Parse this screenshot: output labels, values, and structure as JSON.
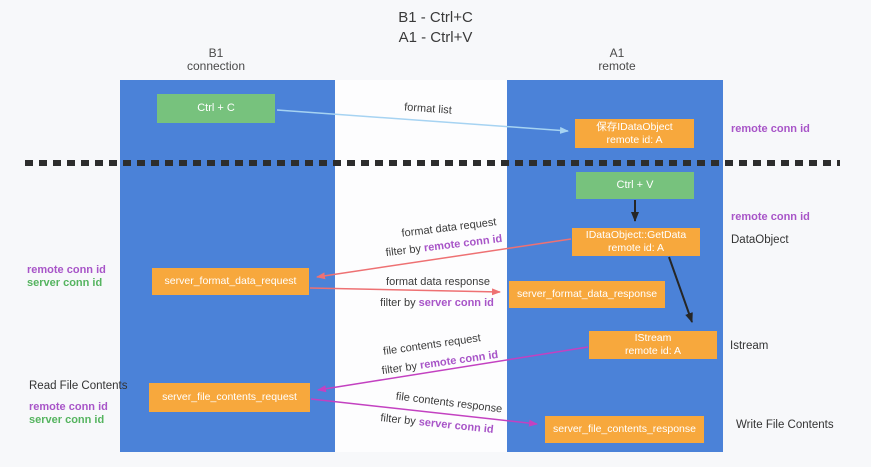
{
  "title": {
    "line1": "B1 - Ctrl+C",
    "line2": "A1 - Ctrl+V"
  },
  "columns": {
    "left": {
      "name": "B1",
      "role": "connection"
    },
    "right": {
      "name": "A1",
      "role": "remote"
    }
  },
  "nodes": {
    "ctrl_c": "Ctrl + C",
    "ctrl_v": "Ctrl + V",
    "save_idataobject": {
      "line1": "保存IDataObject",
      "line2": "remote id: A"
    },
    "idataobject_getdata": {
      "line1": "IDataObject::GetData",
      "line2": "remote id: A"
    },
    "istream_node": {
      "line1": "IStream",
      "line2": "remote id: A"
    },
    "server_format_data_request": "server_format_data_request",
    "server_format_data_response": "server_format_data_response",
    "server_file_contents_request": "server_file_contents_request",
    "server_file_contents_response": "server_file_contents_response"
  },
  "arrow_labels": {
    "format_list": "format list",
    "format_data_request": "format data request",
    "format_data_response": "format data response",
    "file_contents_request": "file contents request",
    "file_contents_response": "file contents response",
    "filter_by": "filter by ",
    "remote_conn_id": "remote conn id",
    "server_conn_id": "server conn id"
  },
  "side_labels": {
    "remote_conn_id": "remote conn id",
    "server_conn_id": "server conn id",
    "dataobject": "DataObject",
    "istream": "Istream",
    "read_file_contents": "Read File Contents",
    "write_file_contents": "Write File Contents"
  },
  "colors": {
    "column_blue": "#4b82d8",
    "node_orange": "#f7a83d",
    "node_green": "#77c27d",
    "accent_purple": "#a855c8",
    "accent_green": "#55b45f",
    "arrow_salmon": "#ee7173",
    "arrow_magenta": "#c341c1",
    "arrow_lightblue": "#a6d3f2",
    "arrow_black": "#262626"
  }
}
